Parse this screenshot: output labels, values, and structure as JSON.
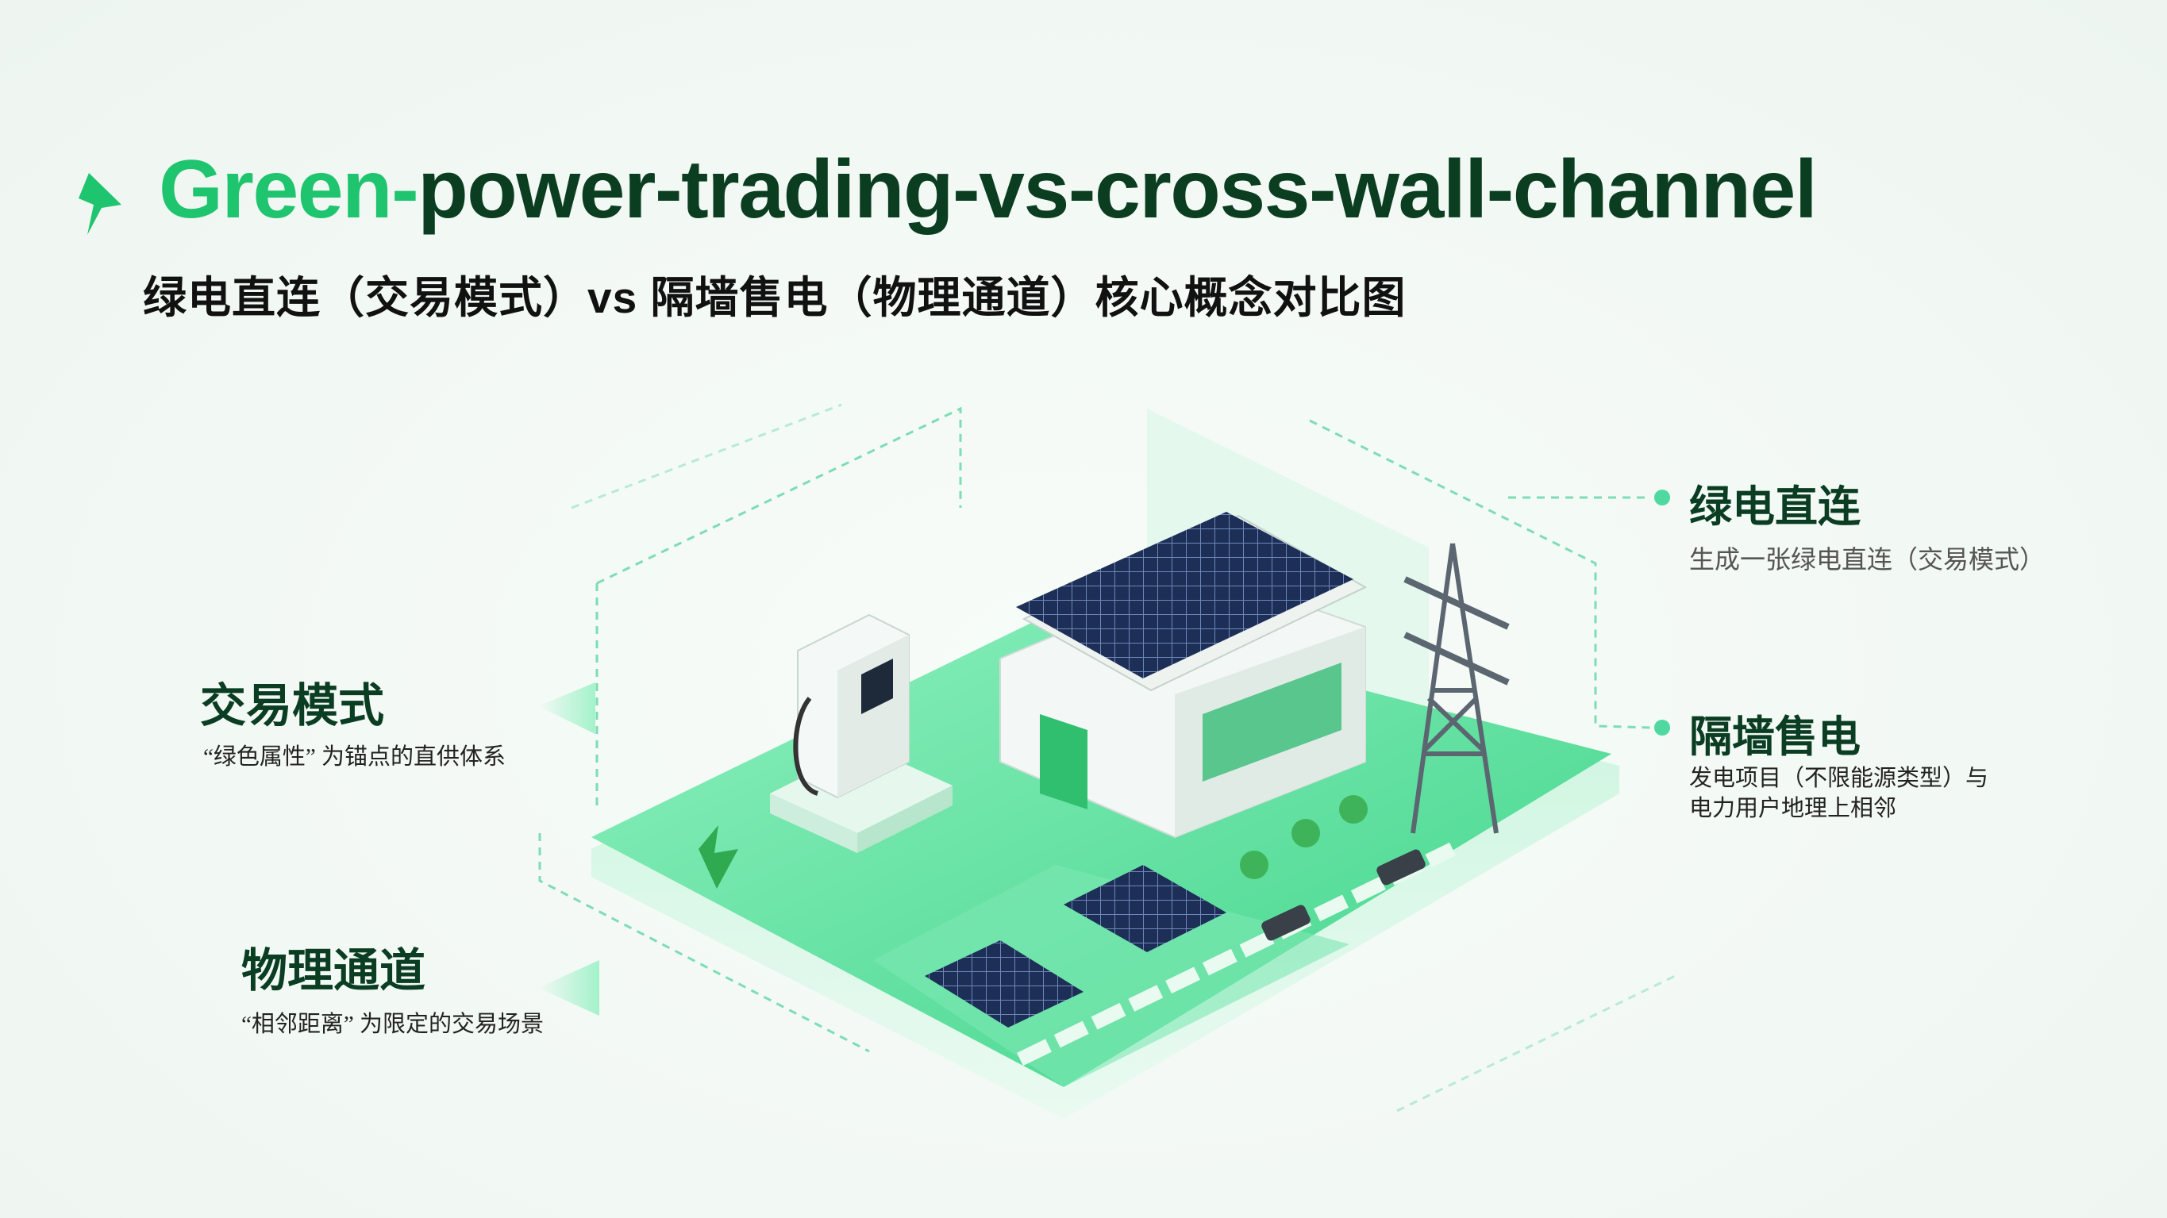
{
  "title": {
    "accent": "Green-",
    "rest": "power-trading-vs-cross-wall-channel"
  },
  "subtitle": "绿电直连（交易模式）vs 隔墙售电（物理通道）核心概念对比图",
  "labels": {
    "green_direct": {
      "heading": "绿电直连",
      "desc": "生成一张绿电直连（交易模式）"
    },
    "cross_wall": {
      "heading": "隔墙售电",
      "desc_lines": [
        "发电项目（不限能源类型）与",
        "电力用户地理上相邻"
      ]
    },
    "trading_mode": {
      "heading": "交易模式",
      "desc": "“绿色属性”  为锚点的直供体系"
    },
    "physical_channel": {
      "heading": "物理通道",
      "desc": "“相邻距离”  为限定的交易场景"
    }
  },
  "icons": {
    "logo": "lightning-bolt-icon"
  },
  "colors": {
    "accent": "#1ec46e",
    "dark_green": "#0b3d20",
    "platform": "#5fe0a0",
    "dot": "#4fd9a0"
  }
}
